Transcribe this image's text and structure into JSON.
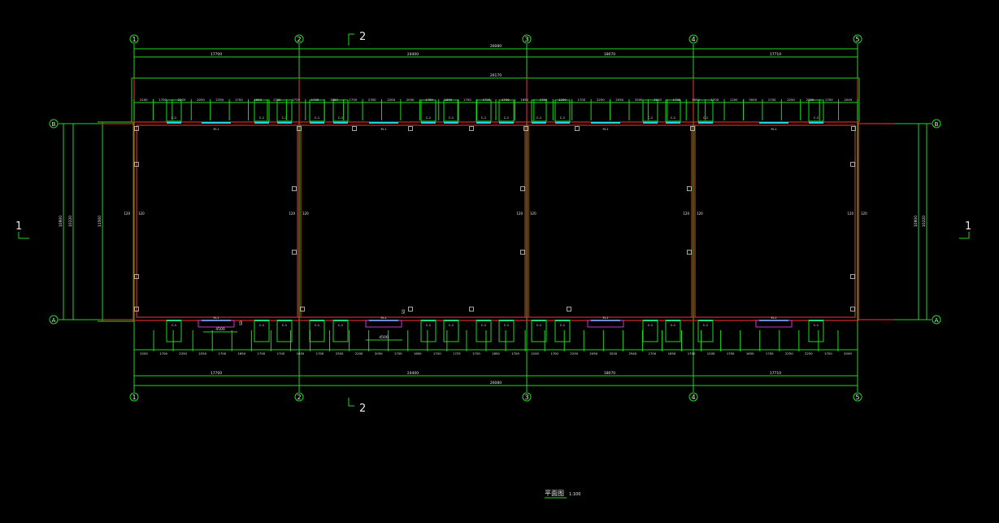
{
  "title": "平面图",
  "scale": "1:100",
  "axes_x": [
    "1",
    "2",
    "3",
    "4",
    "5"
  ],
  "axes_y": [
    "B",
    "A"
  ],
  "section_marks": {
    "section_2": "2",
    "section_1": "1"
  },
  "overall_dims": {
    "top_total": "26080",
    "top_inner": "26170",
    "bay_widths": [
      "17700",
      "24400",
      "18070",
      "17710"
    ],
    "left_outer": "10800",
    "left_inner": "10220",
    "left_full": "11500",
    "right_outer": "10800",
    "right_inner": "10220"
  },
  "top_segments": [
    "2200",
    "1700",
    "2250",
    "2050",
    "2350",
    "1700",
    "1650",
    "1700",
    "1725",
    "1700",
    "1850",
    "1700",
    "2350",
    "2200",
    "2050",
    "1700",
    "1650",
    "1700",
    "1725",
    "1700",
    "1850",
    "1700",
    "1200",
    "1700",
    "2250",
    "2050",
    "3200",
    "2940",
    "1700",
    "1650",
    "1700",
    "1200",
    "3000",
    "1700",
    "2250",
    "2250",
    "1700",
    "2049"
  ],
  "bottom_segments": [
    "2200",
    "1700",
    "2250",
    "2250",
    "1700",
    "1650",
    "1700",
    "1700",
    "1650",
    "1700",
    "2350",
    "2200",
    "2050",
    "1700",
    "1650",
    "1700",
    "1725",
    "1700",
    "1850",
    "1700",
    "1200",
    "1700",
    "2250",
    "2050",
    "3200",
    "2940",
    "1700",
    "1650",
    "1700",
    "1200",
    "1700",
    "1650",
    "1700",
    "2250",
    "2250",
    "1700",
    "2049"
  ],
  "top_window": "C-1",
  "top_door": "M-1",
  "bottom_window": "C-1",
  "bottom_door": "M-1",
  "wall_thickness": "120",
  "door_width_dims": [
    "4500",
    "4500"
  ],
  "door_side_tag": "SD",
  "colors": {
    "grid": "#1fd91f",
    "wall": "#d42a2a",
    "glass": "#18d8e0",
    "door": "#c43cc4",
    "text": "#e8e8e8"
  }
}
